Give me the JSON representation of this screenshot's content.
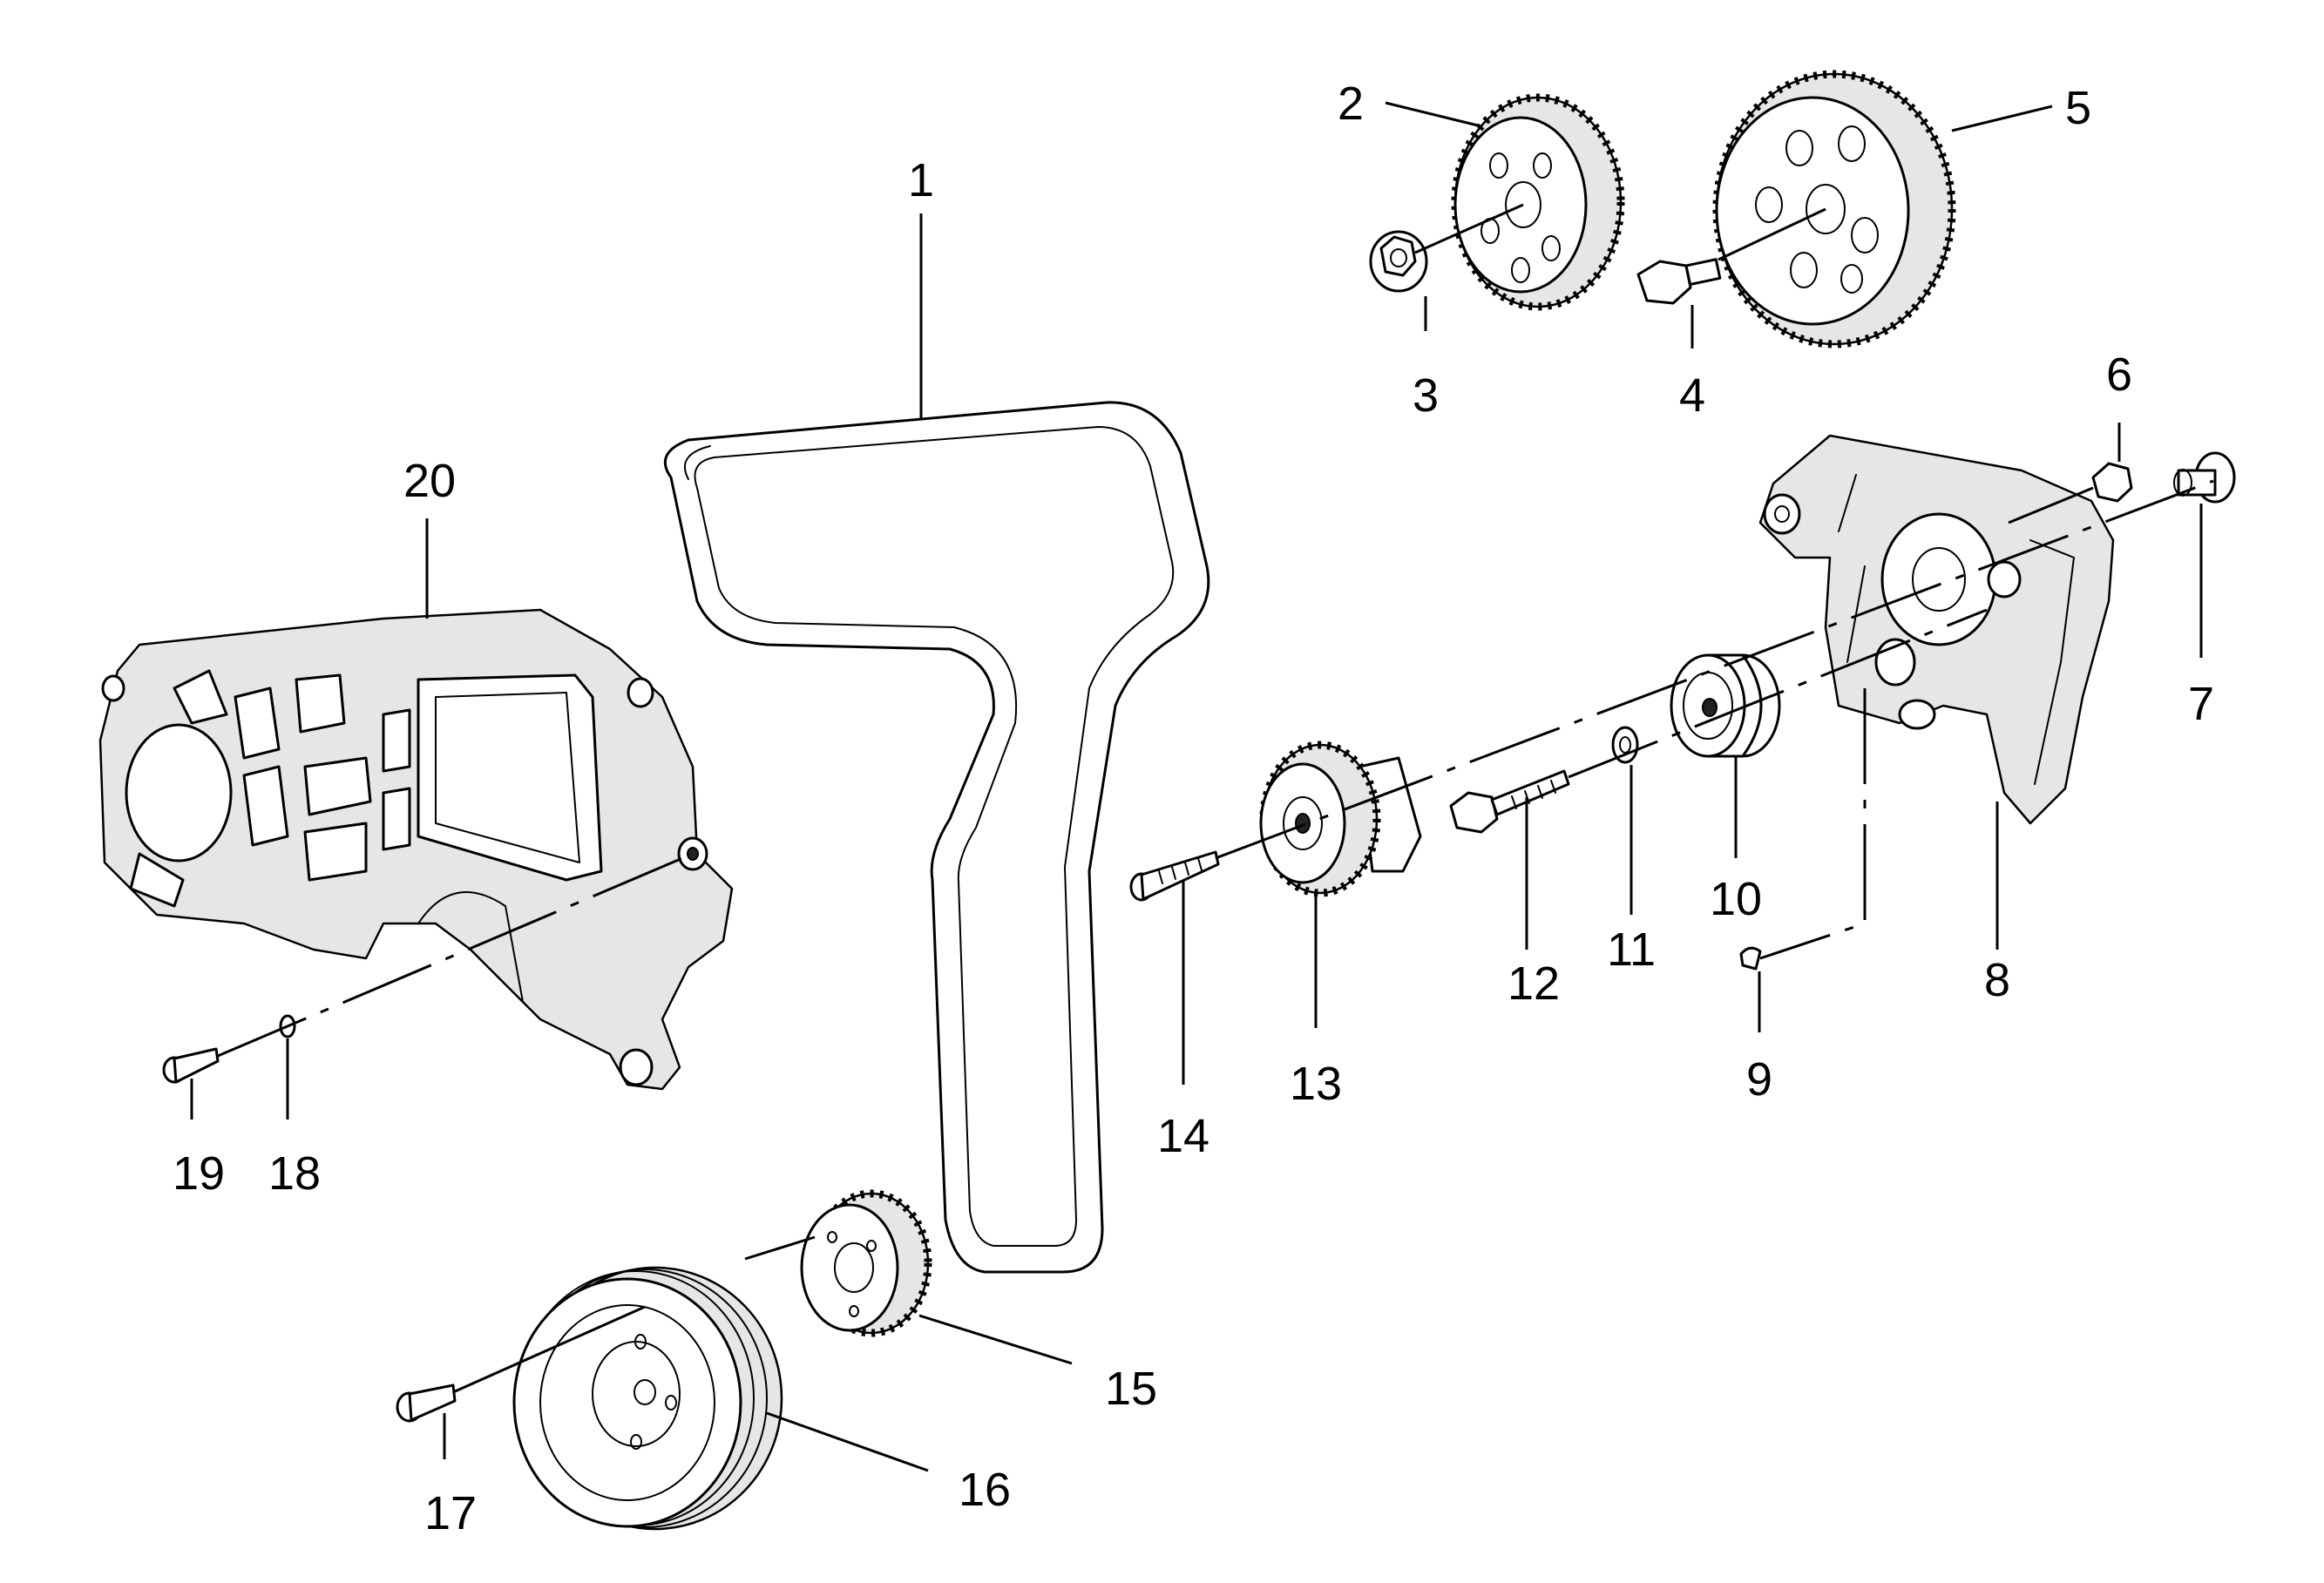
{
  "diagram": {
    "callouts": [
      "1",
      "2",
      "3",
      "4",
      "5",
      "6",
      "7",
      "8",
      "9",
      "10",
      "11",
      "12",
      "13",
      "14",
      "15",
      "16",
      "17",
      "18",
      "19",
      "20"
    ]
  }
}
